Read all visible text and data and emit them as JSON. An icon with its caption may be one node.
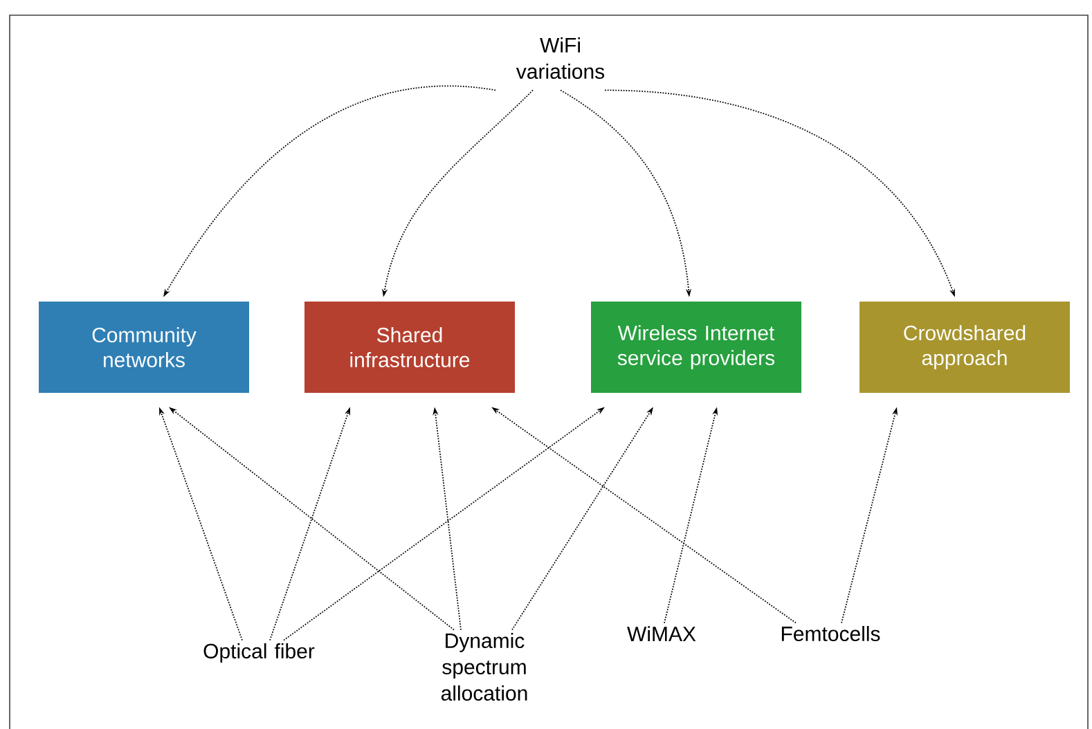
{
  "diagram": {
    "nodes": [
      {
        "text": [
          "WiFi variations"
        ]
      },
      {
        "text": [
          "Community networks"
        ]
      },
      {
        "text": [
          "Shared infrastructure"
        ]
      },
      {
        "text": [
          "Wireless Internet service providers"
        ]
      },
      {
        "text": [
          "Crowdshared approach"
        ]
      },
      {
        "text": [
          "Optical fiber"
        ]
      },
      {
        "text": [
          "Dynamic spectrum allocation"
        ]
      },
      {
        "text": [
          "WiMAX"
        ]
      },
      {
        "text": [
          "Femtocells"
        ]
      }
    ],
    "edges": [
      {
        "from": 0,
        "to": 1,
        "arrow": "to",
        "style": "dashed"
      },
      {
        "from": 0,
        "to": 2,
        "arrow": "to",
        "style": "dashed"
      },
      {
        "from": 0,
        "to": 3,
        "arrow": "to",
        "style": "dashed"
      },
      {
        "from": 0,
        "to": 4,
        "arrow": "to",
        "style": "dashed"
      },
      {
        "from": 5,
        "to": 1,
        "arrow": "to",
        "style": "dashed"
      },
      {
        "from": 5,
        "to": 2,
        "arrow": "to",
        "style": "dashed"
      },
      {
        "from": 5,
        "to": 3,
        "arrow": "to",
        "style": "dashed"
      },
      {
        "from": 6,
        "to": 1,
        "arrow": "to",
        "style": "dashed"
      },
      {
        "from": 6,
        "to": 2,
        "arrow": "to",
        "style": "dashed"
      },
      {
        "from": 6,
        "to": 3,
        "arrow": "to",
        "style": "dashed"
      },
      {
        "from": 7,
        "to": 3,
        "arrow": "to",
        "style": "dashed"
      },
      {
        "from": 8,
        "to": 2,
        "arrow": "to",
        "style": "dashed"
      },
      {
        "from": 8,
        "to": 4,
        "arrow": "to",
        "style": "dashed"
      }
    ]
  }
}
